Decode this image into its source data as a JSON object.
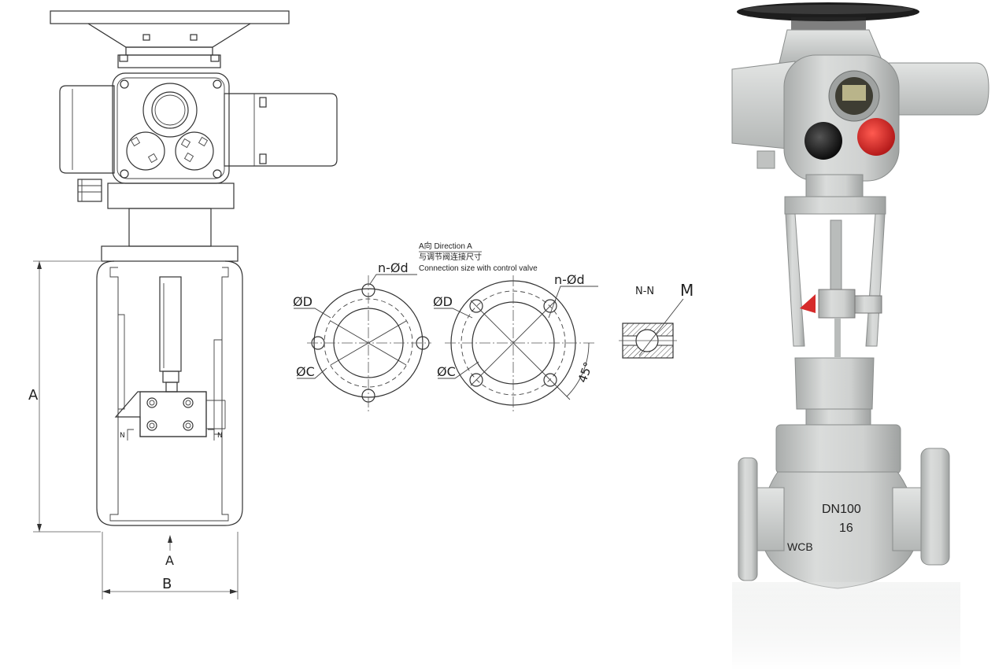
{
  "labels": {
    "dim_a": "A",
    "dim_b": "B",
    "arrow_a": "A",
    "section_left": "N",
    "section_right": "N",
    "flange_od_left": "ØD",
    "flange_pcd_left": "ØC",
    "flange_holes_left": "n-Ød",
    "flange_od_right": "ØD",
    "flange_pcd_right": "ØC",
    "flange_holes_right": "n-Ød",
    "angle": "45°",
    "section_title": "N-N",
    "thread": "M"
  },
  "caption": {
    "line1": "A向  Direction A",
    "line2": "与调节阀连接尺寸",
    "line3": "Connection size with control valve"
  },
  "photo": {
    "body_marks": [
      "DN100",
      "16",
      "WCB"
    ],
    "colors": {
      "body": "#cfd1d0",
      "handwheel": "#1d1d1d",
      "red_knob": "#d62a2a",
      "black_knob": "#1a1a1a"
    }
  }
}
